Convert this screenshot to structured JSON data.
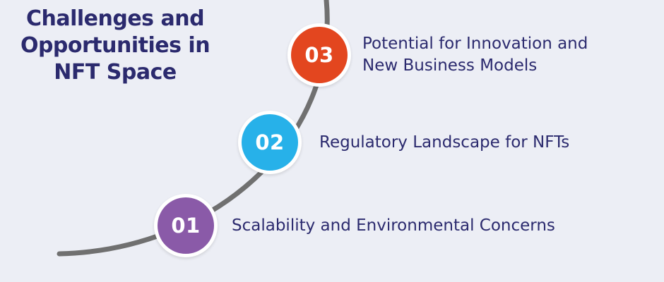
{
  "title": {
    "line1": "Challenges and",
    "line2": "Opportunities in",
    "line3": "NFT Space"
  },
  "steps": [
    {
      "number": "01",
      "text": "Scalability and Environmental Concerns",
      "color": "#8a5aa8"
    },
    {
      "number": "02",
      "text": "Regulatory Landscape for NFTs",
      "color": "#27b1e9"
    },
    {
      "number": "03",
      "text_line1": "Potential for Innovation and",
      "text_line2": "New Business Models",
      "color": "#e3461f"
    }
  ],
  "connector_color": "#707070"
}
